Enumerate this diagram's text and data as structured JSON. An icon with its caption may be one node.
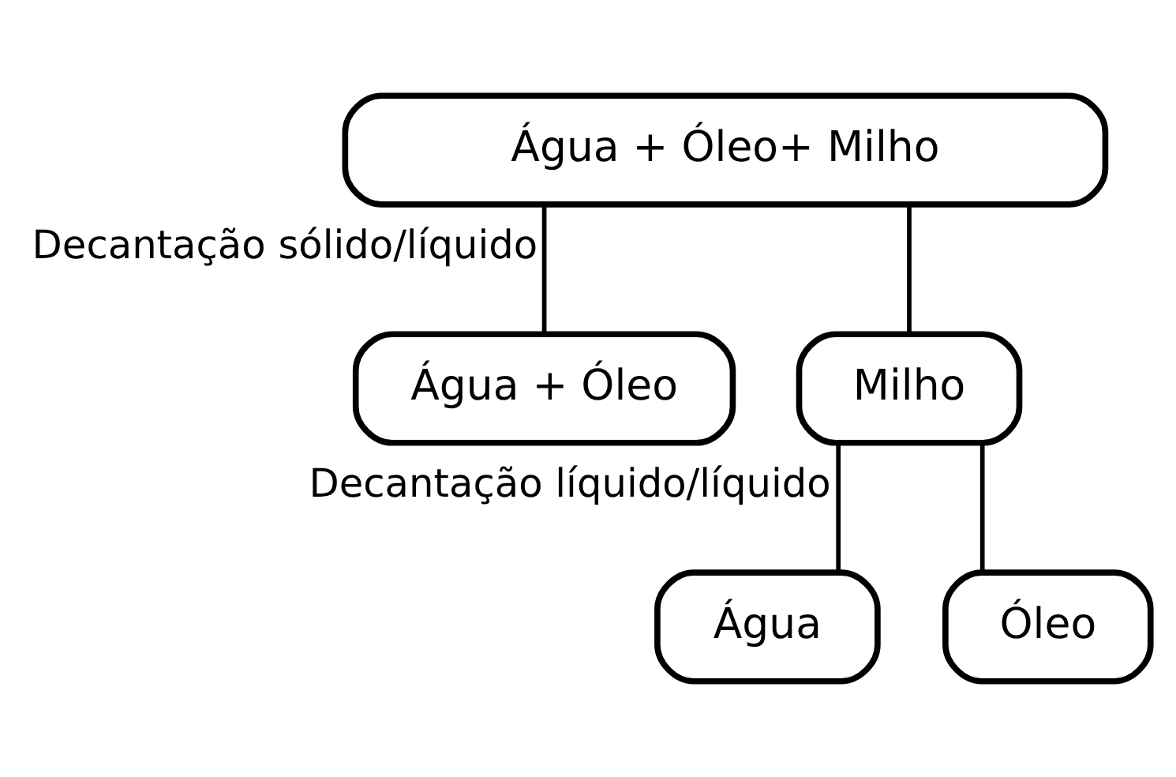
{
  "diagram": {
    "nodes": [
      {
        "text": [
          "Água + Óleo+ Milho"
        ]
      },
      {
        "text": [
          "Água + Óleo"
        ]
      },
      {
        "text": [
          "Milho"
        ]
      },
      {
        "text": [
          "Água"
        ]
      },
      {
        "text": [
          "Óleo"
        ]
      }
    ],
    "edges": [
      {
        "from": 0,
        "to": 1,
        "arrow": "none",
        "label": "Decantação sólido/líquido"
      },
      {
        "from": 0,
        "to": 2,
        "arrow": "none"
      },
      {
        "from": 2,
        "to": 3,
        "arrow": "none",
        "label": "Decantação líquido/líquido"
      },
      {
        "from": 2,
        "to": 4,
        "arrow": "none"
      }
    ]
  }
}
